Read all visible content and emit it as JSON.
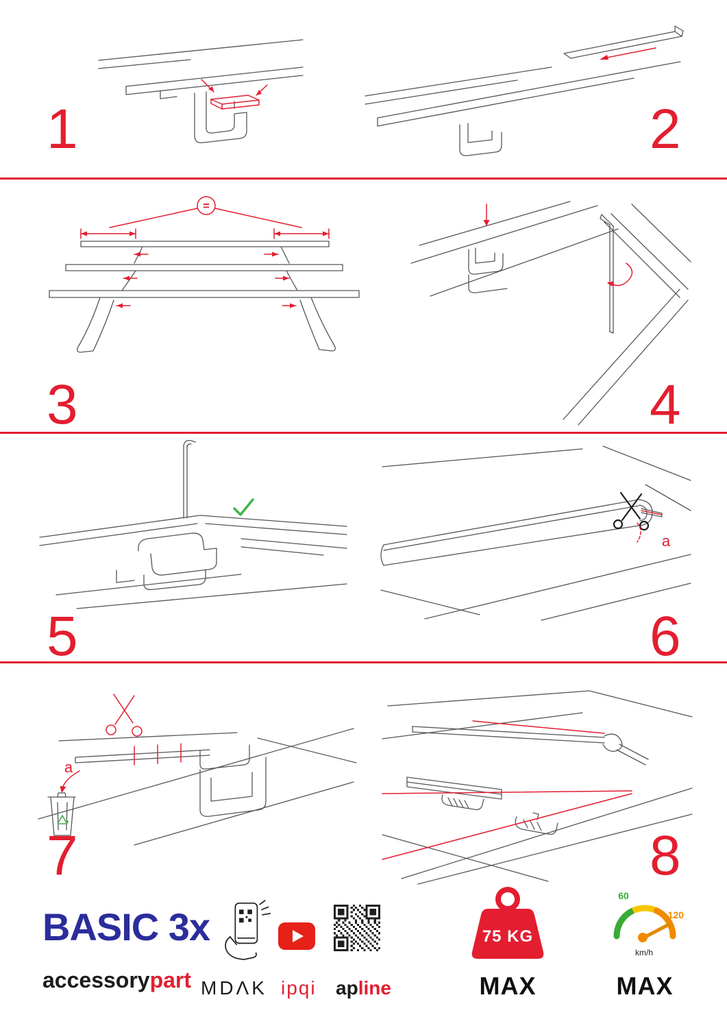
{
  "colors": {
    "accent_red": "#e31e30",
    "brand_navy": "#2b2d9b",
    "check_green": "#3db54a",
    "youtube_red": "#e62117",
    "speed_green": "#3aaa35",
    "speed_yellow": "#f7c600",
    "speed_orange": "#f18a00"
  },
  "steps": [
    {
      "number": "1"
    },
    {
      "number": "2"
    },
    {
      "number": "3"
    },
    {
      "number": "4"
    },
    {
      "number": "5"
    },
    {
      "number": "6"
    },
    {
      "number": "7"
    },
    {
      "number": "8"
    }
  ],
  "labels": {
    "equal": "=",
    "a_step6": "a",
    "a_step7": "a"
  },
  "footer": {
    "product": "BASIC 3x",
    "brand_black": "accessory",
    "brand_red": "part",
    "partner_mdak": "MDΛK",
    "partner_ipqi": "ipqi",
    "partner_apline_black": "ap",
    "partner_apline_red": "line",
    "weight_value": "75 KG",
    "weight_max": "MAX",
    "speed_tick_low": "60",
    "speed_tick_high": "120",
    "speed_unit": "km/h",
    "speed_max": "MAX"
  }
}
